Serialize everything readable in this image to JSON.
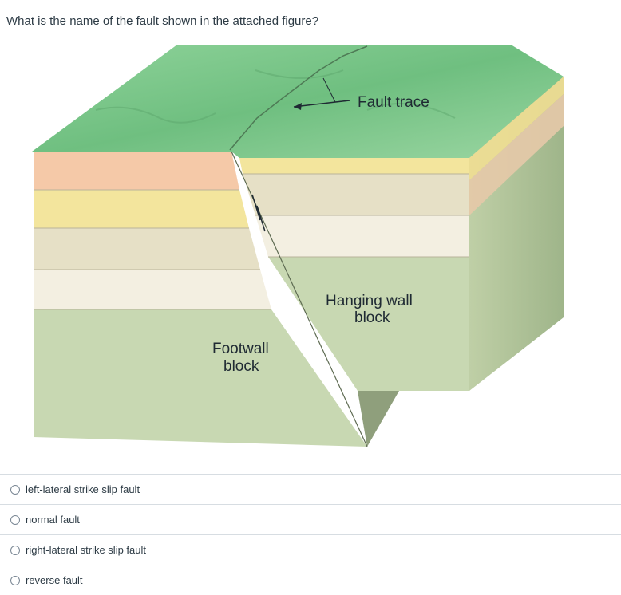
{
  "question": {
    "text": "What is the name of the fault shown in the attached figure?"
  },
  "figure": {
    "labels": {
      "fault_trace": "Fault trace",
      "footwall_line1": "Footwall",
      "footwall_line2": "block",
      "hanging_line1": "Hanging wall",
      "hanging_line2": "block"
    }
  },
  "answers": [
    {
      "label": "left-lateral strike slip fault"
    },
    {
      "label": "normal fault"
    },
    {
      "label": "right-lateral strike slip fault"
    },
    {
      "label": "reverse fault"
    }
  ],
  "colors": {
    "text": "#2d3b45",
    "divider": "#d7dde2",
    "terrain": "#7cc48a",
    "salmon": "#f5c9a8",
    "yellow": "#f3e59d",
    "tan": "#e6e0c6",
    "limestone": "#f3efe1",
    "green_rock": "#c8d8b2"
  }
}
